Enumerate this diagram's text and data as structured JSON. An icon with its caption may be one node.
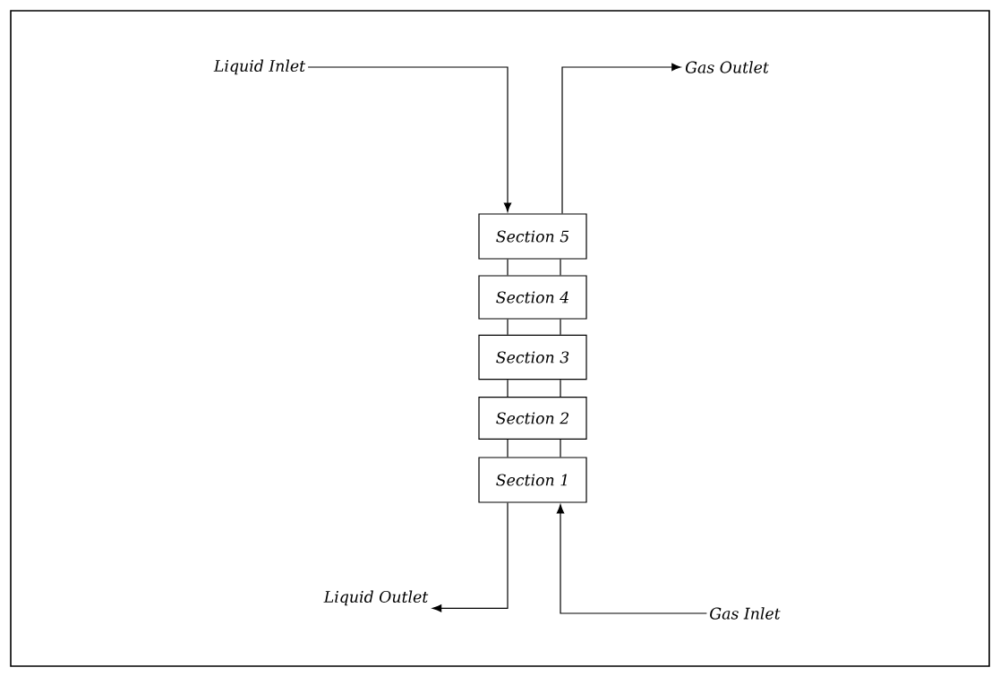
{
  "diagram": {
    "nodes": [
      {
        "text": [
          "Liquid Inlet"
        ]
      },
      {
        "text": [
          "Gas Outlet"
        ]
      },
      {
        "text": [
          "Section 5"
        ]
      },
      {
        "text": [
          "Section 4"
        ]
      },
      {
        "text": [
          "Section 3"
        ]
      },
      {
        "text": [
          "Section 2"
        ]
      },
      {
        "text": [
          "Section 1"
        ]
      },
      {
        "text": [
          "Liquid Outlet"
        ]
      },
      {
        "text": [
          "Gas Inlet"
        ]
      }
    ],
    "edges": [
      {
        "from": 0,
        "to": 2,
        "arrow": "to"
      },
      {
        "from": 2,
        "to": 1,
        "arrow": "to"
      },
      {
        "from": 2,
        "to": 3,
        "arrow": "none"
      },
      {
        "from": 2,
        "to": 3,
        "arrow": "none"
      },
      {
        "from": 3,
        "to": 4,
        "arrow": "none"
      },
      {
        "from": 3,
        "to": 4,
        "arrow": "none"
      },
      {
        "from": 4,
        "to": 5,
        "arrow": "none"
      },
      {
        "from": 4,
        "to": 5,
        "arrow": "none"
      },
      {
        "from": 5,
        "to": 6,
        "arrow": "none"
      },
      {
        "from": 5,
        "to": 6,
        "arrow": "none"
      },
      {
        "from": 6,
        "to": 7,
        "arrow": "to"
      },
      {
        "from": 8,
        "to": 6,
        "arrow": "to"
      }
    ]
  }
}
